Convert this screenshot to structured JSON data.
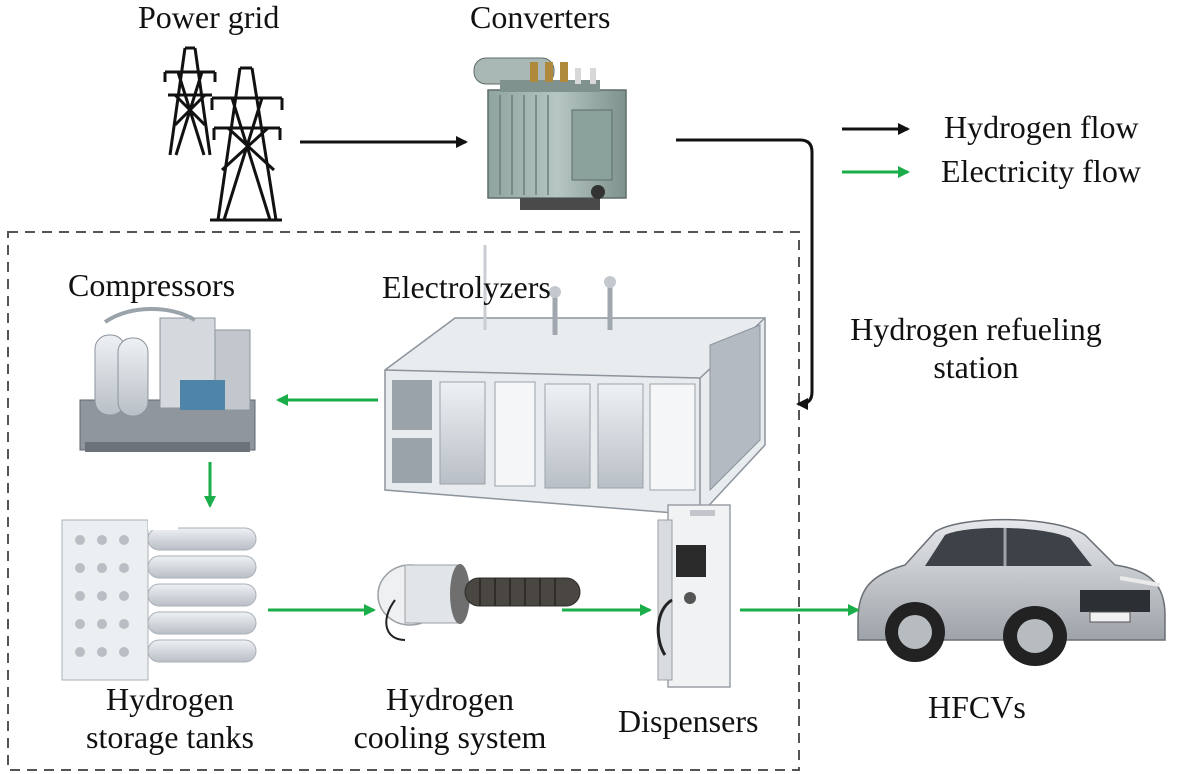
{
  "labels": {
    "power_grid": "Power grid",
    "converters": "Converters",
    "compressors": "Compressors",
    "electrolyzers": "Electrolyzers",
    "storage_line1": "Hydrogen",
    "storage_line2": "storage tanks",
    "cooling_line1": "Hydrogen",
    "cooling_line2": "cooling system",
    "dispensers": "Dispensers",
    "hfcvs": "HFCVs",
    "station_line1": "Hydrogen refueling",
    "station_line2": "station"
  },
  "legend": {
    "hydrogen_flow": "Hydrogen flow",
    "electricity_flow": "Electricity flow"
  },
  "colors": {
    "hydrogen_arrow": "#111111",
    "electricity_arrow": "#1aad4a",
    "station_border": "#555555",
    "car_body": "#c9ccd0",
    "equipment": "#dfe3e8"
  }
}
